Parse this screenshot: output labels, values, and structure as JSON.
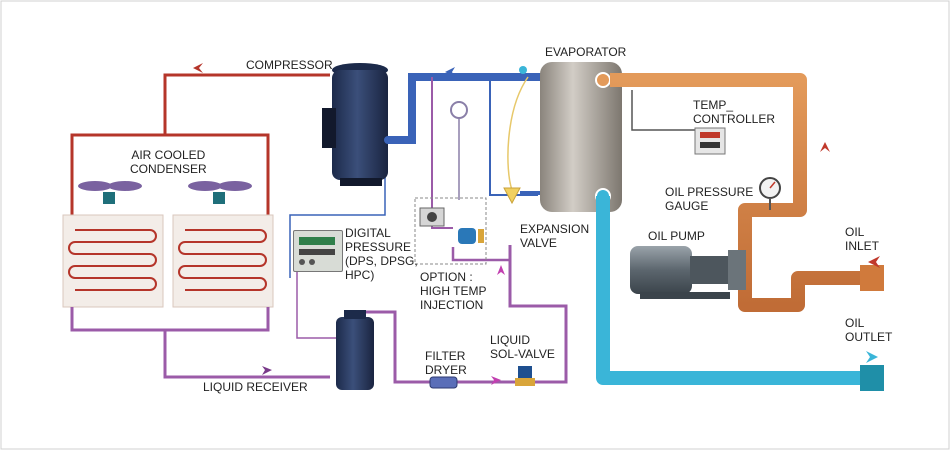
{
  "labels": {
    "compressor": "COMPRESSOR",
    "evaporator": "EVAPORATOR",
    "air_cooled_condenser": "AIR COOLED\nCONDENSER",
    "temp_controller": "TEMP_\nCONTROLLER",
    "digital_pressure": "DIGITAL\nPRESSURE\n(DPS, DPSG,\nHPC)",
    "expansion_valve": "EXPANSION\nVALVE",
    "oil_pressure_gauge": "OIL PRESSURE\nGAUGE",
    "oil_pump": "OIL PUMP",
    "oil_inlet": "OIL\nINLET",
    "oil_outlet": "OIL\nOUTLET",
    "option_high_temp": "OPTION :\nHIGH TEMP\nINJECTION",
    "filter_dryer": "FILTER\nDRYER",
    "liquid_sol_valve": "LIQUID\nSOL-VALVE",
    "liquid_receiver": "LIQUID RECEIVER"
  },
  "colors": {
    "hot_gas_line": "#b5352a",
    "suction_line": "#3a63b8",
    "liquid_line": "#9b5ba8",
    "oil_hot_line": "#d07a3c",
    "oil_cold_line": "#3ab5d8",
    "expansion_line": "#e7c86a"
  }
}
